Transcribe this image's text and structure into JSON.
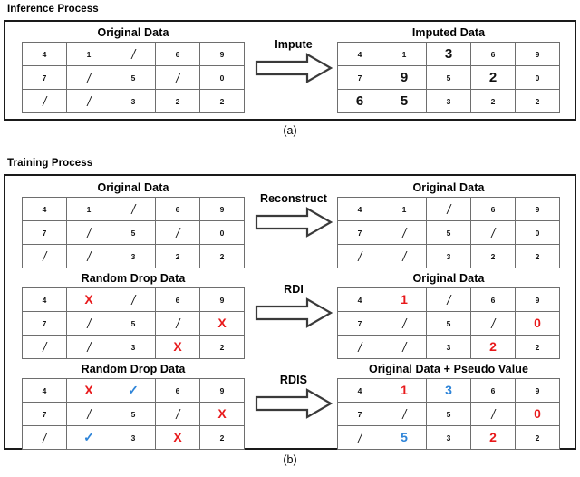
{
  "figure": {
    "panel_a": {
      "heading": "Inference Process",
      "caption": "(a)",
      "left_table": {
        "title": "Original Data",
        "rows": [
          [
            {
              "t": "4",
              "s": "plain"
            },
            {
              "t": "1",
              "s": "plain"
            },
            {
              "t": "/",
              "s": "slash"
            },
            {
              "t": "6",
              "s": "plain"
            },
            {
              "t": "9",
              "s": "plain"
            }
          ],
          [
            {
              "t": "7",
              "s": "plain"
            },
            {
              "t": "/",
              "s": "slash"
            },
            {
              "t": "5",
              "s": "plain"
            },
            {
              "t": "/",
              "s": "slash"
            },
            {
              "t": "0",
              "s": "plain"
            }
          ],
          [
            {
              "t": "/",
              "s": "slash"
            },
            {
              "t": "/",
              "s": "slash"
            },
            {
              "t": "3",
              "s": "plain"
            },
            {
              "t": "2",
              "s": "plain"
            },
            {
              "t": "2",
              "s": "plain"
            }
          ]
        ]
      },
      "arrow": {
        "label": "Impute"
      },
      "right_table": {
        "title": "Imputed Data",
        "rows": [
          [
            {
              "t": "4",
              "s": "plain"
            },
            {
              "t": "1",
              "s": "plain"
            },
            {
              "t": "3",
              "s": "big"
            },
            {
              "t": "6",
              "s": "plain"
            },
            {
              "t": "9",
              "s": "plain"
            }
          ],
          [
            {
              "t": "7",
              "s": "plain"
            },
            {
              "t": "9",
              "s": "big"
            },
            {
              "t": "5",
              "s": "plain"
            },
            {
              "t": "2",
              "s": "big"
            },
            {
              "t": "0",
              "s": "plain"
            }
          ],
          [
            {
              "t": "6",
              "s": "big"
            },
            {
              "t": "5",
              "s": "big"
            },
            {
              "t": "3",
              "s": "plain"
            },
            {
              "t": "2",
              "s": "plain"
            },
            {
              "t": "2",
              "s": "plain"
            }
          ]
        ]
      }
    },
    "panel_b": {
      "heading": "Training Process",
      "caption": "(b)",
      "rows": [
        {
          "left_table": {
            "title": "Original Data",
            "rows": [
              [
                {
                  "t": "4",
                  "s": "plain"
                },
                {
                  "t": "1",
                  "s": "plain"
                },
                {
                  "t": "/",
                  "s": "slash"
                },
                {
                  "t": "6",
                  "s": "plain"
                },
                {
                  "t": "9",
                  "s": "plain"
                }
              ],
              [
                {
                  "t": "7",
                  "s": "plain"
                },
                {
                  "t": "/",
                  "s": "slash"
                },
                {
                  "t": "5",
                  "s": "plain"
                },
                {
                  "t": "/",
                  "s": "slash"
                },
                {
                  "t": "0",
                  "s": "plain"
                }
              ],
              [
                {
                  "t": "/",
                  "s": "slash"
                },
                {
                  "t": "/",
                  "s": "slash"
                },
                {
                  "t": "3",
                  "s": "plain"
                },
                {
                  "t": "2",
                  "s": "plain"
                },
                {
                  "t": "2",
                  "s": "plain"
                }
              ]
            ]
          },
          "arrow": {
            "label": "Reconstruct"
          },
          "right_table": {
            "title": "Original Data",
            "rows": [
              [
                {
                  "t": "4",
                  "s": "plain"
                },
                {
                  "t": "1",
                  "s": "plain"
                },
                {
                  "t": "/",
                  "s": "slash"
                },
                {
                  "t": "6",
                  "s": "plain"
                },
                {
                  "t": "9",
                  "s": "plain"
                }
              ],
              [
                {
                  "t": "7",
                  "s": "plain"
                },
                {
                  "t": "/",
                  "s": "slash"
                },
                {
                  "t": "5",
                  "s": "plain"
                },
                {
                  "t": "/",
                  "s": "slash"
                },
                {
                  "t": "0",
                  "s": "plain"
                }
              ],
              [
                {
                  "t": "/",
                  "s": "slash"
                },
                {
                  "t": "/",
                  "s": "slash"
                },
                {
                  "t": "3",
                  "s": "plain"
                },
                {
                  "t": "2",
                  "s": "plain"
                },
                {
                  "t": "2",
                  "s": "plain"
                }
              ]
            ]
          }
        },
        {
          "left_table": {
            "title": "Random Drop Data",
            "rows": [
              [
                {
                  "t": "4",
                  "s": "plain"
                },
                {
                  "t": "X",
                  "s": "red-x"
                },
                {
                  "t": "/",
                  "s": "slash"
                },
                {
                  "t": "6",
                  "s": "plain"
                },
                {
                  "t": "9",
                  "s": "plain"
                }
              ],
              [
                {
                  "t": "7",
                  "s": "plain"
                },
                {
                  "t": "/",
                  "s": "slash"
                },
                {
                  "t": "5",
                  "s": "plain"
                },
                {
                  "t": "/",
                  "s": "slash"
                },
                {
                  "t": "X",
                  "s": "red-x"
                }
              ],
              [
                {
                  "t": "/",
                  "s": "slash"
                },
                {
                  "t": "/",
                  "s": "slash"
                },
                {
                  "t": "3",
                  "s": "plain"
                },
                {
                  "t": "X",
                  "s": "red-x"
                },
                {
                  "t": "2",
                  "s": "plain"
                }
              ]
            ]
          },
          "arrow": {
            "label": "RDI"
          },
          "right_table": {
            "title": "Original Data",
            "rows": [
              [
                {
                  "t": "4",
                  "s": "plain"
                },
                {
                  "t": "1",
                  "s": "red"
                },
                {
                  "t": "/",
                  "s": "slash"
                },
                {
                  "t": "6",
                  "s": "plain"
                },
                {
                  "t": "9",
                  "s": "plain"
                }
              ],
              [
                {
                  "t": "7",
                  "s": "plain"
                },
                {
                  "t": "/",
                  "s": "slash"
                },
                {
                  "t": "5",
                  "s": "plain"
                },
                {
                  "t": "/",
                  "s": "slash"
                },
                {
                  "t": "0",
                  "s": "red"
                }
              ],
              [
                {
                  "t": "/",
                  "s": "slash"
                },
                {
                  "t": "/",
                  "s": "slash"
                },
                {
                  "t": "3",
                  "s": "plain"
                },
                {
                  "t": "2",
                  "s": "red"
                },
                {
                  "t": "2",
                  "s": "plain"
                }
              ]
            ]
          }
        },
        {
          "left_table": {
            "title": "Random Drop Data",
            "rows": [
              [
                {
                  "t": "4",
                  "s": "plain"
                },
                {
                  "t": "X",
                  "s": "red-x"
                },
                {
                  "t": "✓",
                  "s": "blue-check"
                },
                {
                  "t": "6",
                  "s": "plain"
                },
                {
                  "t": "9",
                  "s": "plain"
                }
              ],
              [
                {
                  "t": "7",
                  "s": "plain"
                },
                {
                  "t": "/",
                  "s": "slash"
                },
                {
                  "t": "5",
                  "s": "plain"
                },
                {
                  "t": "/",
                  "s": "slash"
                },
                {
                  "t": "X",
                  "s": "red-x"
                }
              ],
              [
                {
                  "t": "/",
                  "s": "slash"
                },
                {
                  "t": "✓",
                  "s": "blue-check"
                },
                {
                  "t": "3",
                  "s": "plain"
                },
                {
                  "t": "X",
                  "s": "red-x"
                },
                {
                  "t": "2",
                  "s": "plain"
                }
              ]
            ]
          },
          "arrow": {
            "label": "RDIS"
          },
          "right_table": {
            "title": "Original Data + Pseudo Value",
            "rows": [
              [
                {
                  "t": "4",
                  "s": "plain"
                },
                {
                  "t": "1",
                  "s": "red"
                },
                {
                  "t": "3",
                  "s": "blue"
                },
                {
                  "t": "6",
                  "s": "plain"
                },
                {
                  "t": "9",
                  "s": "plain"
                }
              ],
              [
                {
                  "t": "7",
                  "s": "plain"
                },
                {
                  "t": "/",
                  "s": "slash"
                },
                {
                  "t": "5",
                  "s": "plain"
                },
                {
                  "t": "/",
                  "s": "slash"
                },
                {
                  "t": "0",
                  "s": "red"
                }
              ],
              [
                {
                  "t": "/",
                  "s": "slash"
                },
                {
                  "t": "5",
                  "s": "blue"
                },
                {
                  "t": "3",
                  "s": "plain"
                },
                {
                  "t": "2",
                  "s": "red"
                },
                {
                  "t": "2",
                  "s": "plain"
                }
              ]
            ]
          }
        }
      ]
    },
    "colors": {
      "dropped": "#e8191b",
      "pseudo": "#2e84d8",
      "text": "#111111",
      "border": "#1a1a1a",
      "cell_border": "#6e6e6e"
    }
  }
}
